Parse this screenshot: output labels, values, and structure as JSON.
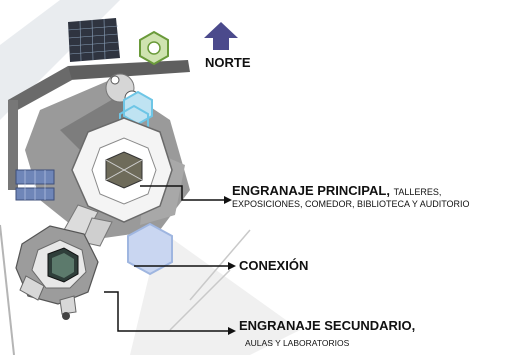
{
  "labels": {
    "north": "NORTE",
    "main_title": "ENGRANAJE PRINCIPAL,",
    "main_sub_1": "TALLERES,",
    "main_sub_2": "EXPOSICIONES, COMEDOR, BIBLIOTECA Y AUDITORIO",
    "connection": "CONEXIÓN",
    "secondary_title": "ENGRANAJE SECUNDARIO,",
    "secondary_sub": "AULAS Y LABORATORIOS"
  },
  "colors": {
    "north_arrow": "#4b4a8c",
    "gear_gray": "#8f8f8f",
    "dark_gray": "#5a5a5a",
    "green_hex": "#6a9a3a",
    "blue_hex": "#9fb6e0",
    "cyan_hex": "#6ec6e6",
    "solar_panel": "#6f86b8"
  }
}
